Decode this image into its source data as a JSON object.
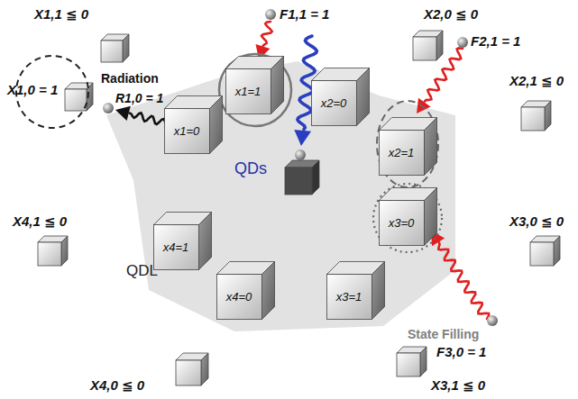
{
  "diagram": {
    "nodes": [
      {
        "text": [
          "x1=1"
        ]
      },
      {
        "text": [
          "x2=0"
        ]
      },
      {
        "text": [
          "x1=0"
        ]
      },
      {
        "text": [
          "x2=1"
        ]
      },
      {
        "text": [
          "x3=0"
        ]
      },
      {
        "text": [
          "x4=1"
        ]
      },
      {
        "text": [
          "x4=0"
        ]
      },
      {
        "text": [
          "x3=1"
        ]
      }
    ],
    "edges": [],
    "labels": [
      "X1,1 ≦ 0",
      "F1,1 = 1",
      "X2,0 ≦ 0",
      "X1,0 = 1",
      "Radiation",
      "R1,0 = 1",
      "F2,1 = 1",
      "X2,1 ≦ 0",
      "QDs",
      "X4,1 ≦ 0",
      "QDL",
      "X3,0 ≦ 0",
      "State Filling",
      "F3,0 = 1",
      "X4,0 ≦ 0",
      "X3,1 ≦ 0"
    ]
  }
}
